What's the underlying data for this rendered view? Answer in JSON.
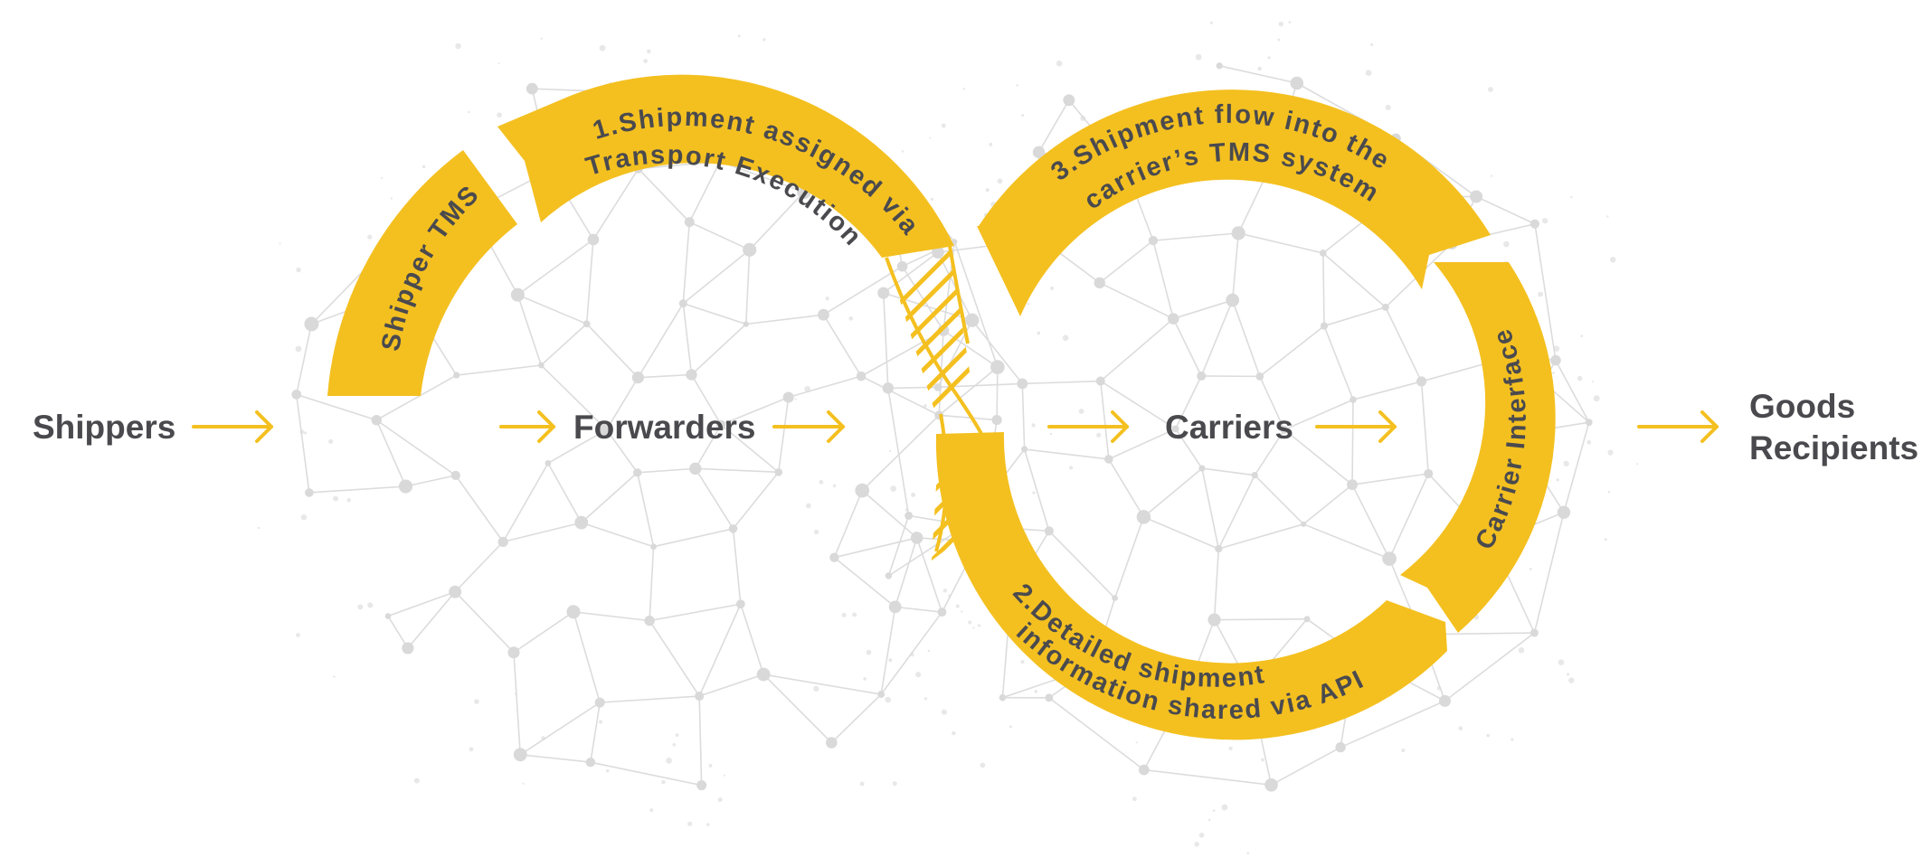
{
  "nodes": {
    "shippers": "Shippers",
    "forwarders": "Forwarders",
    "carriers": "Carriers",
    "recipients_line1": "Goods",
    "recipients_line2": "Recipients"
  },
  "steps": {
    "shipper_tms": "Shipper TMS",
    "step1_line1": "1.Shipment assigned via",
    "step1_line2": "Transport Execution",
    "step2_line1": "2.Detailed shipment",
    "step2_line2": "information shared via API",
    "step3_line1": "3.Shipment flow into the",
    "step3_line2": "carrier’s TMS system",
    "carrier_interface": "Carrier Interface"
  },
  "colors": {
    "accent": "#f4c020",
    "text": "#4a4a4e",
    "network": "#dcdcdc"
  }
}
